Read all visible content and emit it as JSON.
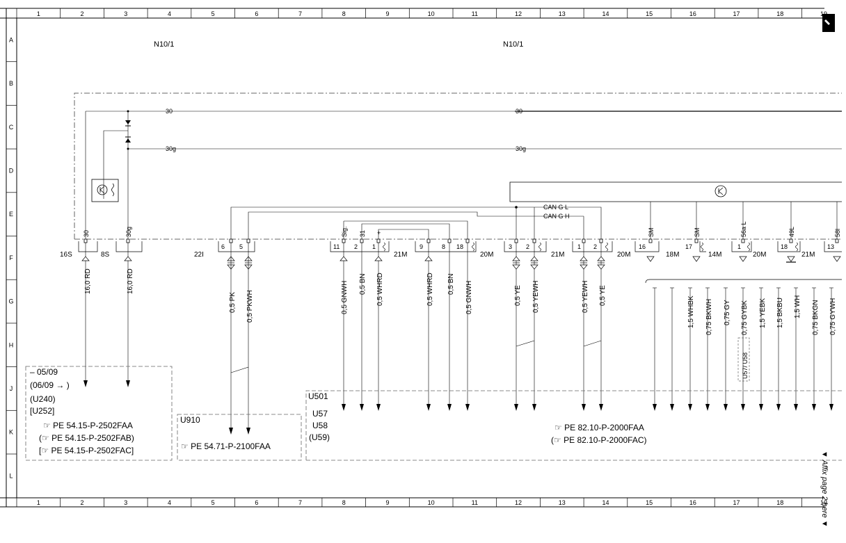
{
  "grid": {
    "columns": [
      "1",
      "2",
      "3",
      "4",
      "5",
      "6",
      "7",
      "8",
      "9",
      "10",
      "11",
      "12",
      "13",
      "14",
      "15",
      "16",
      "17",
      "18",
      "19"
    ],
    "rows": [
      "A",
      "B",
      "C",
      "D",
      "E",
      "F",
      "G",
      "H",
      "J",
      "K",
      "L"
    ]
  },
  "titles": {
    "left": "N10/1",
    "right": "N10/1"
  },
  "buses": {
    "b30_left": "30",
    "b30_right": "30",
    "b30g_left": "30g",
    "b30g_right": "30g",
    "can_l": "CAN G L",
    "can_h": "CAN G H"
  },
  "connectors": {
    "c16S": "16S",
    "c8S": "8S",
    "c22I": "22I",
    "c21M_a": "21M",
    "c20M_a": "20M",
    "c21M_b": "21M",
    "c20M_b": "20M",
    "c18M": "18M",
    "c14M": "14M",
    "c20M_c": "20M",
    "c21M_c": "21M"
  },
  "pins": {
    "p30": "30",
    "p30g": "30g",
    "p6": "6",
    "p5": "5",
    "p11": "11",
    "p2a": "2",
    "p1a": "1",
    "p9": "9",
    "p8": "8",
    "p18a": "18",
    "p3": "3",
    "p2b": "2",
    "p1b": "1",
    "p2c": "2",
    "p16": "16",
    "p17": "17",
    "p1c": "1",
    "p18b": "18",
    "p13": "13"
  },
  "signals": {
    "sig": "Sig.",
    "s31": "31",
    "plus": "+",
    "sm1": "SM",
    "sm2": "SM",
    "s56aL": "56a L",
    "s49L": "49L",
    "s58": "58l"
  },
  "wires": {
    "w1": "16,0 RD",
    "w2": "16,0 RD",
    "w3": "0,5 PK",
    "w4": "0,5 PKWH",
    "w5": "0,5 GNWH",
    "w6": "0,5 BN",
    "w7": "0,5 WHRD",
    "w8": "0,5 WHRD",
    "w9": "0,5 BN",
    "w10": "0,5 GNWH",
    "w11": "0,5 YE",
    "w12": "0,5 YEWH",
    "w13": "0,5 YEWH",
    "w14": "0,5 YE",
    "w15": "1,5 WHBK",
    "w16": "0,75 BKWH",
    "w17": "0,75 GY",
    "w18": "0,75 GYBK",
    "w19": "1,5 YEBK",
    "w20": "1,5 BKBU",
    "w21": "1,5 WH",
    "w22": "0,75 BKGN",
    "w23": "0,75 GYWH"
  },
  "variant_note": "U57/ U58",
  "box_left": {
    "l1": "– 05/09",
    "l2": "(06/09  → )",
    "l3": "(U240)",
    "l4": "[U252]",
    "r1": "PE 54.15-P-2502FAA",
    "r2": "(",
    "r2b": "PE 54.15-P-2502FAB)",
    "r3": "[",
    "r3b": "PE 54.15-P-2502FAC]"
  },
  "box_mid": {
    "code": "U910",
    "r1": "PE 54.71-P-2100FAA"
  },
  "box_right": {
    "u501": "U501",
    "u57": "U57",
    "u58": "U58",
    "u59": "(U59)",
    "r1": "PE 82.10-P-2000FAA",
    "r2pre": "(",
    "r2": "PE 82.10-P-2000FAC)"
  },
  "affix": "▼ Affix page 2 here ▼",
  "colors": {
    "line": "#000000",
    "grid": "#555555",
    "dash": "#666666"
  }
}
